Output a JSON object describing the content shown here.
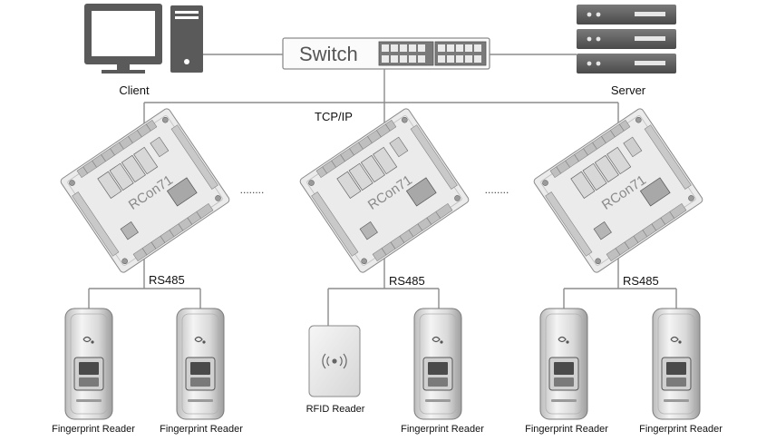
{
  "switch": {
    "label": "Switch"
  },
  "client": {
    "label": "Client",
    "icon": "desktop-computer-icon"
  },
  "server": {
    "label": "Server",
    "icon": "rack-server-icon"
  },
  "network": {
    "tcpip_label": "TCP/IP"
  },
  "controllers": [
    {
      "label": "RCon71",
      "bus_label": "RS485"
    },
    {
      "label": "RCon71",
      "bus_label": "RS485"
    },
    {
      "label": "RCon71",
      "bus_label": "RS485"
    }
  ],
  "ellipsis": "........",
  "readers": [
    {
      "label": "Fingerprint Reader",
      "type": "fingerprint"
    },
    {
      "label": "Fingerprint Reader",
      "type": "fingerprint"
    },
    {
      "label": "RFID Reader",
      "type": "rfid"
    },
    {
      "label": "Fingerprint Reader",
      "type": "fingerprint"
    },
    {
      "label": "Fingerprint Reader",
      "type": "fingerprint"
    },
    {
      "label": "Fingerprint Reader",
      "type": "fingerprint"
    }
  ],
  "colors": {
    "line": "#8c8c8c",
    "device_dark": "#5f5f5f",
    "board": "#e9e9e9"
  }
}
